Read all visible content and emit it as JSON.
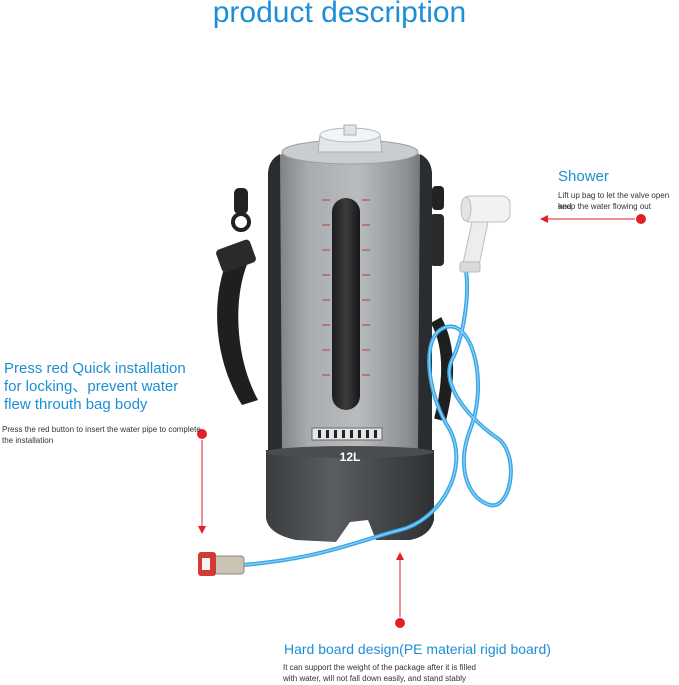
{
  "title": "product description",
  "callouts": {
    "shower": {
      "title": "Shower",
      "desc_line1": "Lift up bag to let the valve open and",
      "desc_line2": "keep the water flowing out"
    },
    "quick_install": {
      "title_line1": "Press red Quick installation",
      "title_line2": "for locking、prevent water",
      "title_line3": "flew throuth bag body",
      "desc_line1": "Press the red button to insert the water pipe to complete",
      "desc_line2": "the installation"
    },
    "board": {
      "title": "Hard board design(PE material rigid board)",
      "desc_line1": "It can support the weight of the package after it is filled",
      "desc_line2": "with water, will not fall down easily, and stand stably"
    }
  },
  "product": {
    "capacity_label": "12L"
  },
  "colors": {
    "accent_blue": "#1d8fd6",
    "marker_red": "#e2202a",
    "bag_gray": "#8e9296"
  }
}
